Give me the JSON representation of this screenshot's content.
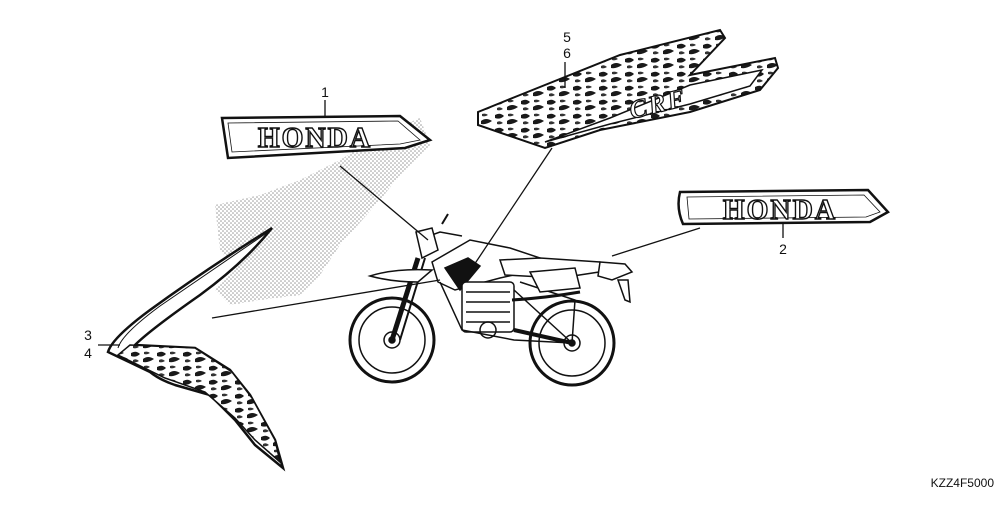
{
  "diagram": {
    "code": "KZZ4F5000",
    "callouts": [
      {
        "id": "1",
        "label": "1"
      },
      {
        "id": "2",
        "label": "2"
      },
      {
        "id": "3",
        "label": "3"
      },
      {
        "id": "4",
        "label": "4"
      },
      {
        "id": "5",
        "label": "5"
      },
      {
        "id": "6",
        "label": "6"
      }
    ],
    "parts": {
      "emblem_top": {
        "text": "HONDA"
      },
      "emblem_right": {
        "text": "HONDA"
      },
      "tank_stripe": {
        "text": "CRF"
      }
    },
    "colors": {
      "ink": "#111111",
      "stipple": "#8c8c8c",
      "paper": "#ffffff"
    }
  }
}
